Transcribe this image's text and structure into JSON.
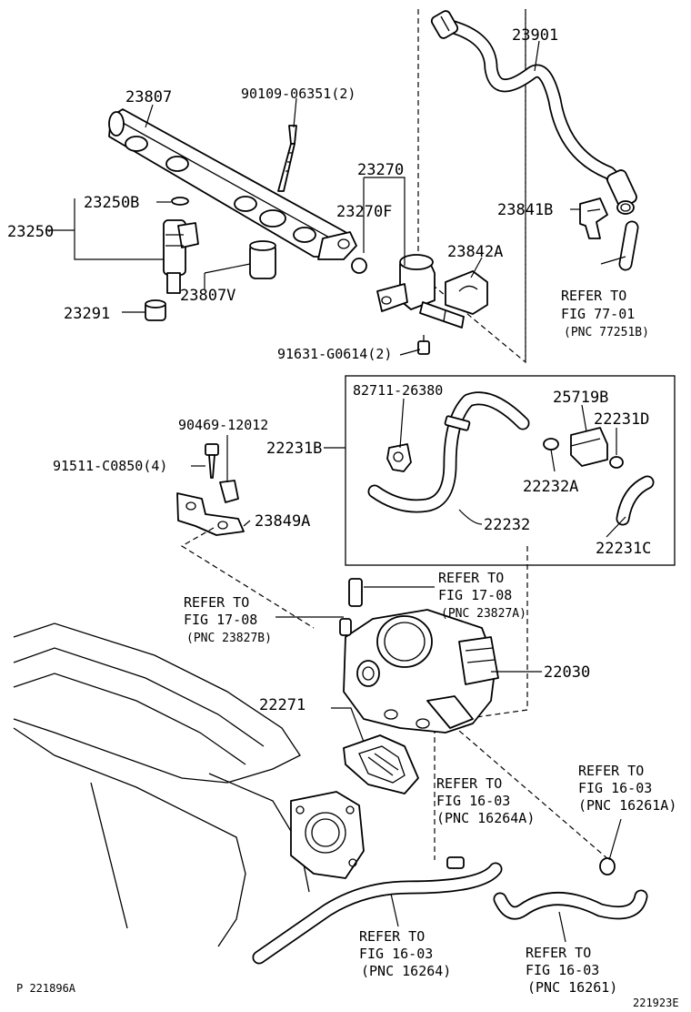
{
  "parts": [
    {
      "id": "p23901",
      "label": "23901"
    },
    {
      "id": "p23807",
      "label": "23807"
    },
    {
      "id": "p90109",
      "label": "90109-06351(2)"
    },
    {
      "id": "p23270",
      "label": "23270"
    },
    {
      "id": "p23270F",
      "label": "23270F"
    },
    {
      "id": "p23250B",
      "label": "23250B"
    },
    {
      "id": "p23250",
      "label": "23250"
    },
    {
      "id": "p23841B",
      "label": "23841B"
    },
    {
      "id": "p23842A",
      "label": "23842A"
    },
    {
      "id": "p23807V",
      "label": "23807V"
    },
    {
      "id": "p23291",
      "label": "23291"
    },
    {
      "id": "p91631",
      "label": "91631-G0614(2)"
    },
    {
      "id": "p82711",
      "label": "82711-26380"
    },
    {
      "id": "p25719B",
      "label": "25719B"
    },
    {
      "id": "p22231D",
      "label": "22231D"
    },
    {
      "id": "p90469",
      "label": "90469-12012"
    },
    {
      "id": "p22231B",
      "label": "22231B"
    },
    {
      "id": "p91511",
      "label": "91511-C0850(4)"
    },
    {
      "id": "p22232A",
      "label": "22232A"
    },
    {
      "id": "p22232",
      "label": "22232"
    },
    {
      "id": "p23849A",
      "label": "23849A"
    },
    {
      "id": "p22231C",
      "label": "22231C"
    },
    {
      "id": "p22030",
      "label": "22030"
    },
    {
      "id": "p22271",
      "label": "22271"
    }
  ],
  "references": [
    {
      "id": "r1",
      "lines": [
        "REFER TO",
        "FIG 77-01",
        "(PNC 77251B)"
      ]
    },
    {
      "id": "r2",
      "lines": [
        "REFER TO",
        "FIG 17-08",
        "(PNC 23827A)"
      ]
    },
    {
      "id": "r3",
      "lines": [
        "REFER TO",
        "FIG 17-08",
        "(PNC 23827B)"
      ]
    },
    {
      "id": "r4",
      "lines": [
        "REFER TO",
        "FIG 16-03",
        "(PNC 16264A)"
      ]
    },
    {
      "id": "r5",
      "lines": [
        "REFER TO",
        "FIG 16-03",
        "(PNC 16261A)"
      ]
    },
    {
      "id": "r6",
      "lines": [
        "REFER TO",
        "FIG 16-03",
        "(PNC 16264)"
      ]
    },
    {
      "id": "r7",
      "lines": [
        "REFER TO",
        "FIG 16-03",
        "(PNC 16261)"
      ]
    }
  ],
  "footer": {
    "left_code": "P  221896A",
    "right_code": "221923E"
  }
}
